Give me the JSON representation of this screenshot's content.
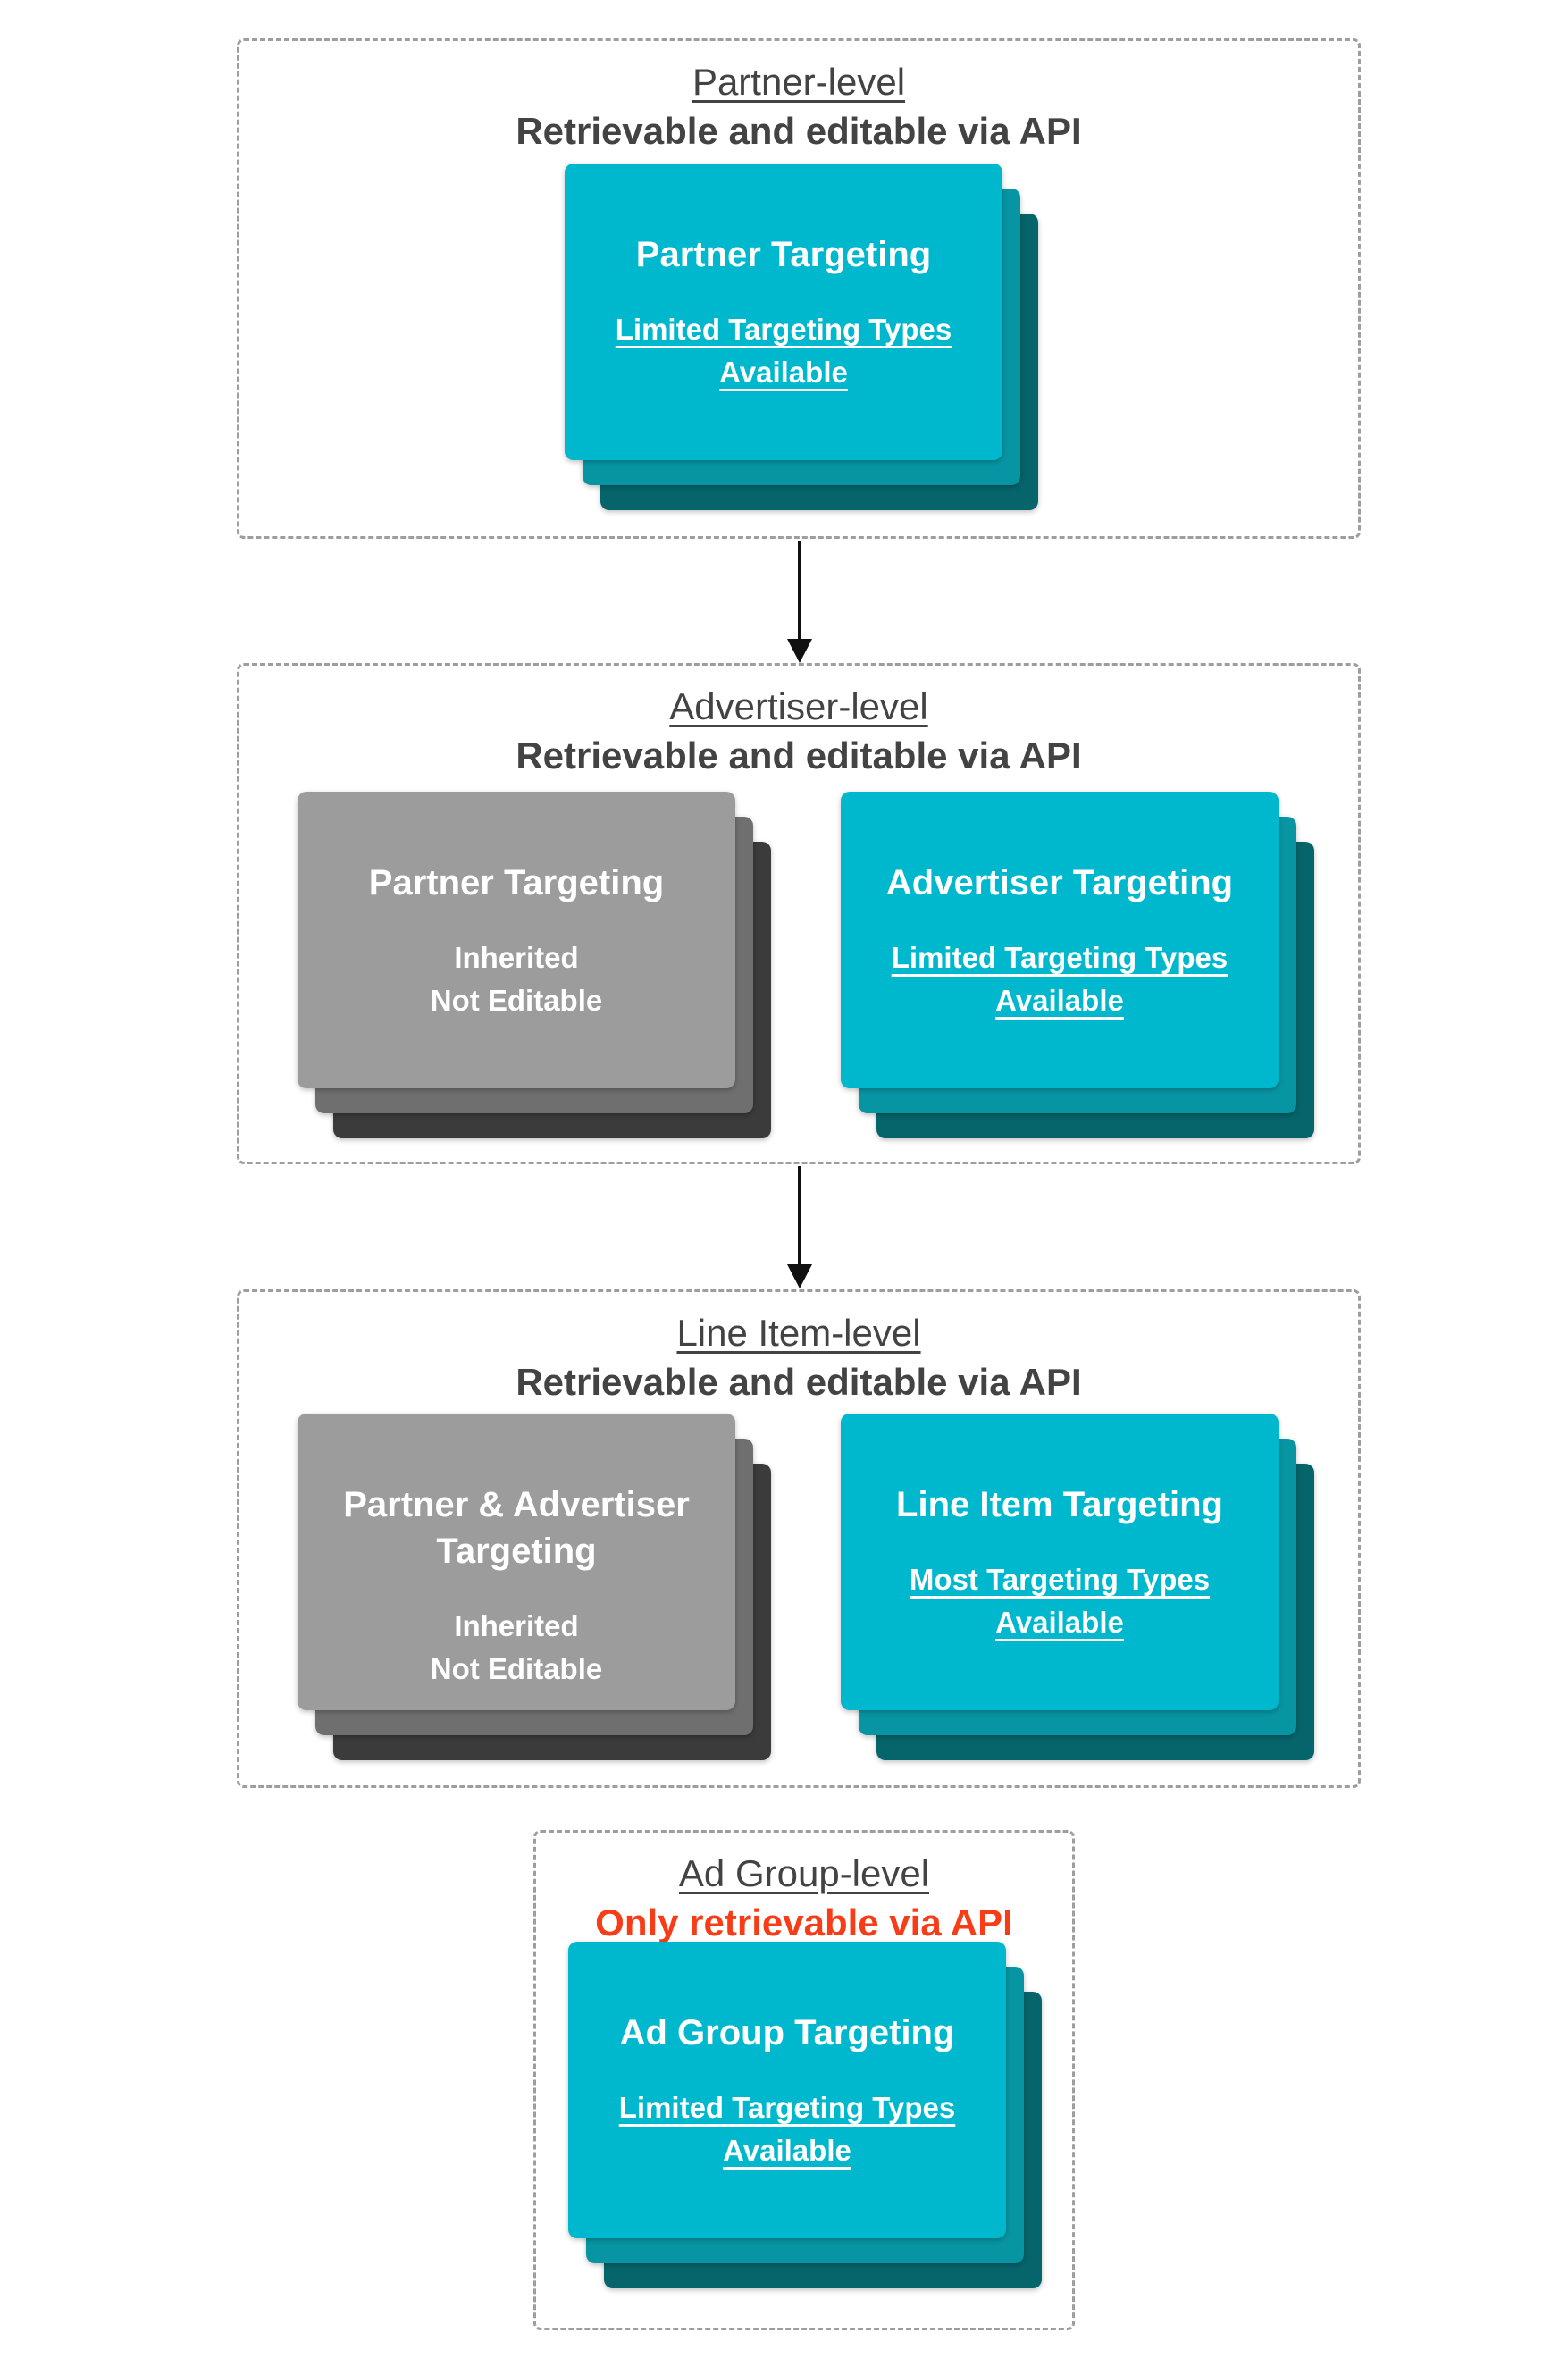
{
  "colors": {
    "teal_front": "#00b8cd",
    "teal_mid": "#0795a3",
    "teal_back": "#06646b",
    "gray_front": "#9c9c9c",
    "gray_mid": "#6f6f6f",
    "gray_back": "#3b3b3b",
    "header_text": "#434343",
    "red_text": "#f83c17",
    "dash_border": "#9e9e9e",
    "arrow": "#111111",
    "card_text": "#ffffff"
  },
  "sections": [
    {
      "title": "Partner-level",
      "subtitle": "Retrievable and editable via API",
      "cards": [
        {
          "title": "Partner Targeting",
          "subtitle": "Limited Targeting Types Available"
        }
      ]
    },
    {
      "title": "Advertiser-level",
      "subtitle": "Retrievable and editable via API",
      "cards": [
        {
          "title": "Partner Targeting",
          "lines": [
            "Inherited",
            "Not Editable"
          ]
        },
        {
          "title": "Advertiser Targeting",
          "subtitle": "Limited Targeting Types Available"
        }
      ]
    },
    {
      "title": "Line Item-level",
      "subtitle": "Retrievable and editable via API",
      "cards": [
        {
          "title": "Partner & Advertiser Targeting",
          "lines": [
            "Inherited",
            "Not Editable"
          ]
        },
        {
          "title": "Line Item Targeting",
          "subtitle": "Most Targeting Types Available"
        }
      ]
    },
    {
      "title": "Ad Group-level",
      "subtitle": "Only retrievable via API",
      "cards": [
        {
          "title": "Ad Group Targeting",
          "subtitle": "Limited Targeting Types Available"
        }
      ]
    }
  ]
}
